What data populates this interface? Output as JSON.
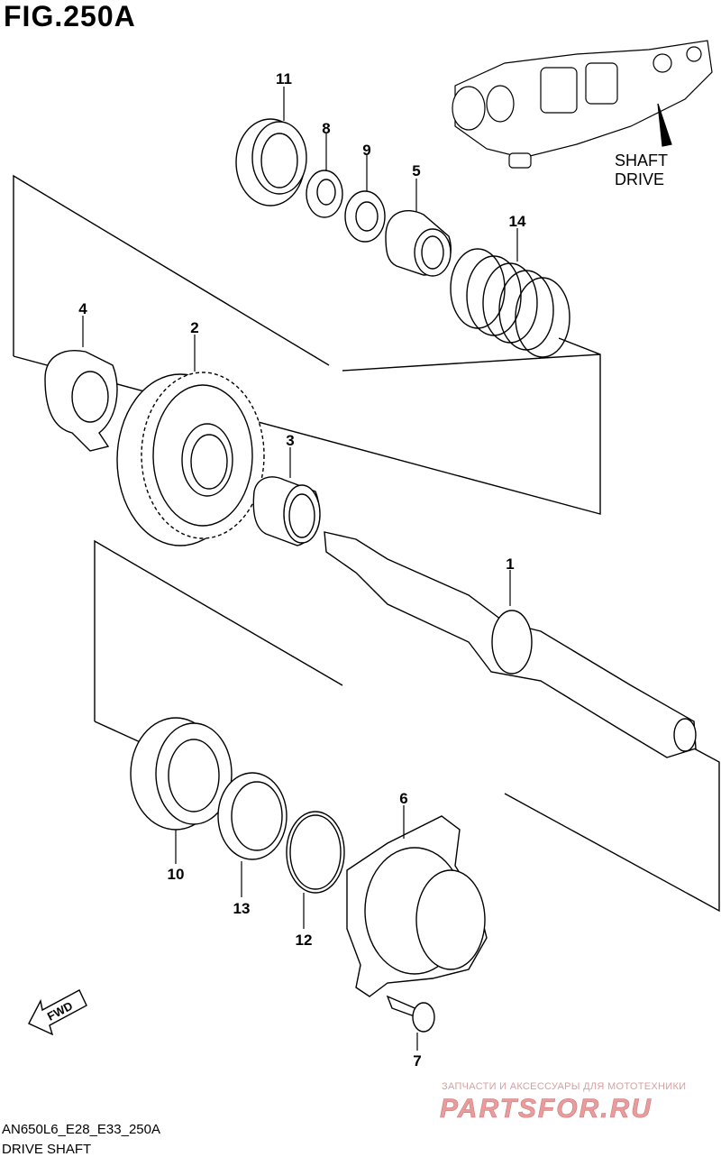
{
  "figure": {
    "title": "FIG.250A",
    "inset_label": "SHAFT DRIVE",
    "fwd_arrow_text": "FWD",
    "footer_code": "AN650L6_E28_E33_250A",
    "footer_name": "DRIVE SHAFT"
  },
  "callouts": [
    "11",
    "8",
    "9",
    "5",
    "14",
    "4",
    "2",
    "3",
    "1",
    "6",
    "10",
    "13",
    "12",
    "7"
  ],
  "watermark": {
    "tagline": "ЗАПЧАСТИ И АКСЕССУАРЫ ДЛЯ МОТОТЕХНИКИ",
    "brand": "PARTSFOR.RU",
    "color": "#e89a9a"
  },
  "colors": {
    "line": "#000000",
    "fill": "#ffffff",
    "shade": "#cfcfcf"
  }
}
